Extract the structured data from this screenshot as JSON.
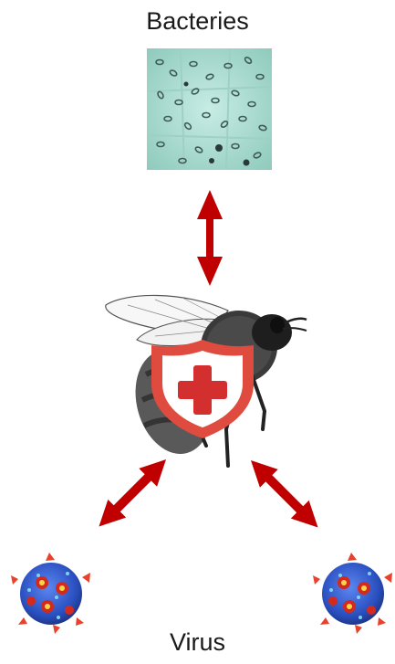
{
  "labels": {
    "top": "Bacteries",
    "bottom": "Virus"
  },
  "nodes": {
    "bacteria": {
      "icon": "bacteria-micrograph"
    },
    "bee": {
      "icon": "bee-with-shield-icon"
    },
    "virus_left": {
      "icon": "virus-capsid-icon"
    },
    "virus_right": {
      "icon": "virus-capsid-icon"
    }
  },
  "colors": {
    "arrow": "#c00000",
    "shield_outline": "#e04b3f",
    "cross": "#d32f2f",
    "bacteria_bg": "#a8d8cf",
    "virus_blue": "#2f55c9",
    "virus_red": "#d42a1e"
  }
}
